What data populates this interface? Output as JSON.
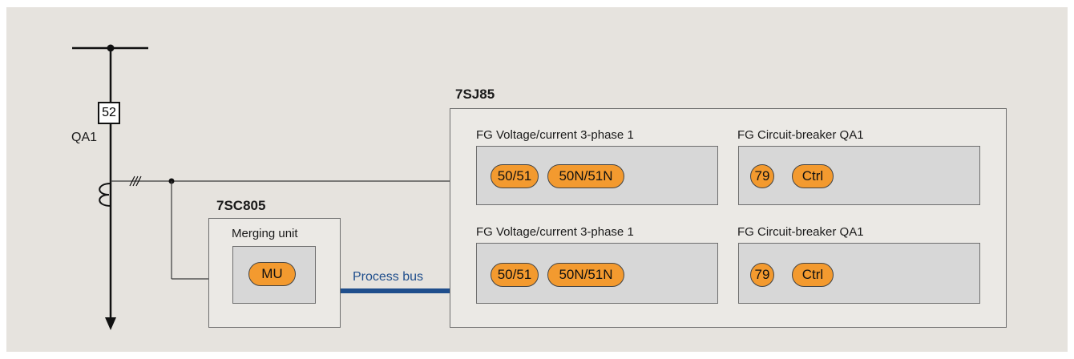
{
  "diagram": {
    "breaker": {
      "number": "52",
      "name": "QA1"
    },
    "merging_unit_device": {
      "name": "7SC805",
      "group_label": "Merging unit",
      "function": "MU"
    },
    "process_bus": "Process bus",
    "protection_device": {
      "name": "7SJ85",
      "groups": [
        {
          "title": "FG Voltage/current 3-phase 1",
          "functions": [
            "50/51",
            "50N/51N"
          ]
        },
        {
          "title": "FG  Circuit-breaker QA1",
          "functions": [
            "79",
            "Ctrl"
          ]
        },
        {
          "title": "FG Voltage/current 3-phase 1",
          "functions": [
            "50/51",
            "50N/51N"
          ]
        },
        {
          "title": "FG  Circuit-breaker QA1",
          "functions": [
            "79",
            "Ctrl"
          ]
        }
      ]
    },
    "colors": {
      "background": "#e6e3de",
      "function_fill": "#f39a2f",
      "process_bus_line": "#1f4e8c",
      "box_fill": "#d7d7d7"
    }
  }
}
